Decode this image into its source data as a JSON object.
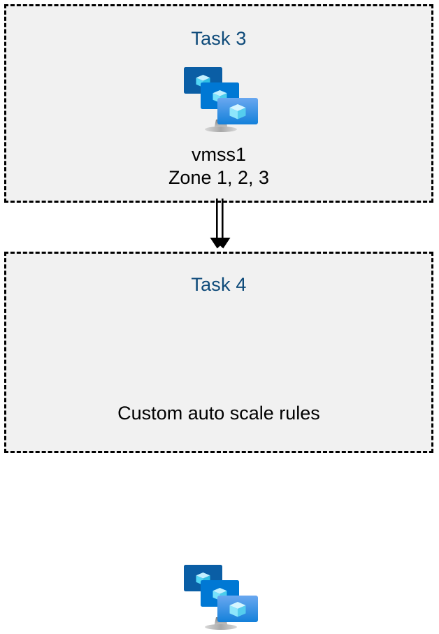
{
  "diagram": {
    "type": "flow",
    "background_color": "#ffffff",
    "box_fill_color": "#f1f1f1",
    "box_border_color": "#000000",
    "box_border_style": "dashed",
    "title_color": "#0f4b7a",
    "caption_color": "#000000",
    "nodes": [
      {
        "id": "task3",
        "title": "Task 3",
        "icon": "virtual-machine-scale-set-icon",
        "captions": [
          "vmss1",
          "Zone 1, 2, 3"
        ]
      },
      {
        "id": "task4",
        "title": "Task 4",
        "icon": "virtual-machine-scale-set-icon",
        "captions": [
          "Custom auto scale rules"
        ]
      }
    ],
    "connector": {
      "from": "task3",
      "to": "task4",
      "style": "double-line",
      "arrowhead": "solid-notched-triangle",
      "color": "#000000"
    },
    "icon_colors": {
      "monitor_back": "#0a5ea5",
      "monitor_middle": "#0078d4",
      "monitor_front_top": "#5ea0ef",
      "monitor_front_bottom": "#1583dc",
      "cube_light": "#c3f1ff",
      "cube_mid": "#9cebff",
      "cube_dark": "#32bedd",
      "stand": "#949494"
    }
  }
}
